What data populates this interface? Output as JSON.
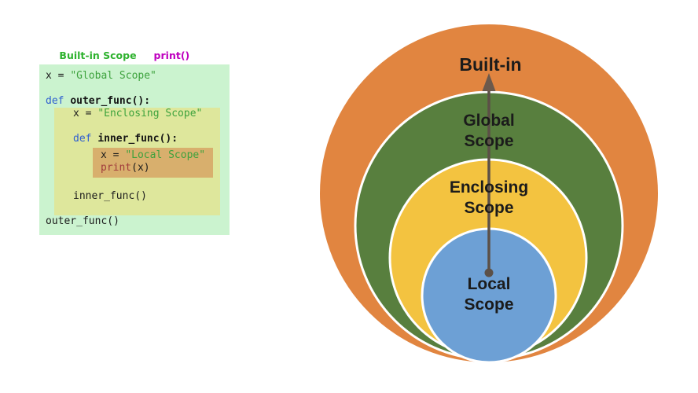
{
  "header": {
    "builtin_label": "Built-in Scope",
    "print_label": "print()"
  },
  "code": {
    "global_assign": {
      "lhs": "x = ",
      "str": "\"Global Scope\""
    },
    "outer_def": {
      "kw": "def ",
      "name": "outer_func():"
    },
    "enclosing_assign": {
      "lhs": "x = ",
      "str": "\"Enclosing Scope\""
    },
    "inner_def": {
      "kw": "def ",
      "name": "inner_func():"
    },
    "local_assign": {
      "lhs": "x = ",
      "str": "\"Local Scope\""
    },
    "print_call": {
      "fn": "print",
      "args": "(x)"
    },
    "inner_call": "inner_func()",
    "outer_call": "outer_func()"
  },
  "panel_colors": {
    "global_bg": "#cbf3cf",
    "enclosing_bg": "#dee79c",
    "local_bg": "#d8af6d",
    "builtin_label": "#2eb22e",
    "print_label": "#bf00bf",
    "keyword": "#2e5fd0",
    "string": "#3da23d",
    "print_fn": "#a13c3c"
  },
  "diagram": {
    "labels": {
      "builtin": "Built-in",
      "global": "Global\nScope",
      "enclosing": "Enclosing\nScope",
      "local": "Local\nScope"
    },
    "colors": {
      "builtin_circle": "#e18540",
      "global_circle": "#587f3e",
      "enclosing_circle": "#f3c340",
      "local_circle": "#6da0d5",
      "arrow": "#5c5047",
      "arrowhead": "#6b594c"
    }
  }
}
